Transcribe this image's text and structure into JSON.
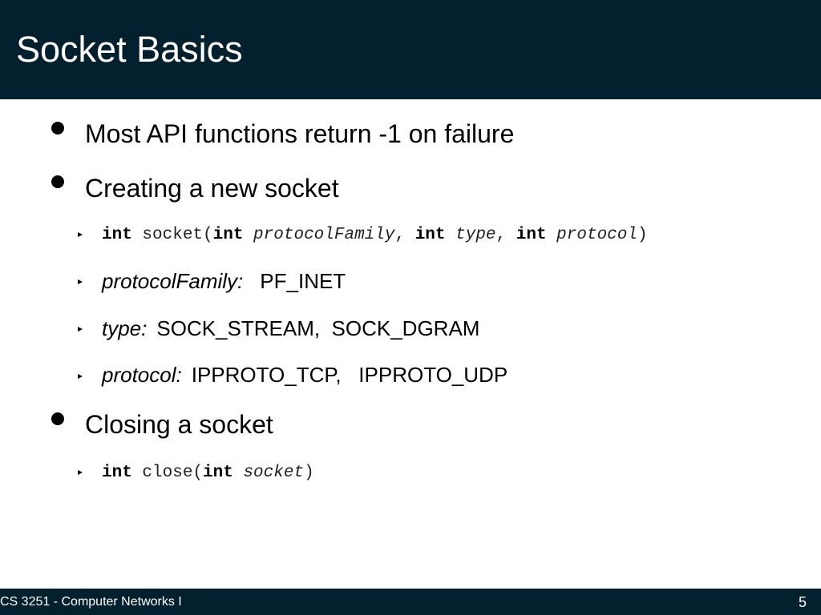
{
  "slide": {
    "title": "Socket Basics",
    "bullets": {
      "b1": "Most API functions return -1 on failure",
      "b2": "Creating a new socket",
      "b3": "Closing a socket"
    },
    "socket_signature": {
      "kw1": "int",
      "fn": " socket(",
      "kw2": "int",
      "arg1": " protocolFamily",
      "sep1": ", ",
      "kw3": "int",
      "arg2": " type",
      "sep2": ", ",
      "kw4": "int",
      "arg3": " protocol",
      "close": ")"
    },
    "params": {
      "family_label": "protocolFamily:",
      "family_value": "PF_INET",
      "type_label": "type:",
      "type_value": "SOCK_STREAM,  SOCK_DGRAM",
      "protocol_label": "protocol:",
      "protocol_value": "IPPROTO_TCP,   IPPROTO_UDP"
    },
    "close_signature": {
      "kw1": "int",
      "fn": " close(",
      "kw2": "int",
      "arg1": " socket",
      "close": ")"
    }
  },
  "footer": {
    "course": "CS 3251 - Computer Networks I",
    "page": "5"
  }
}
